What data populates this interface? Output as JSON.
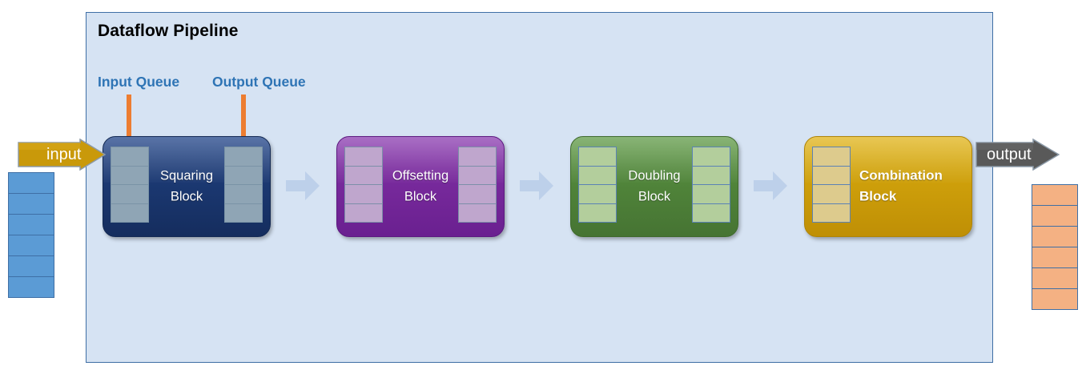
{
  "diagram": {
    "title": "Dataflow Pipeline",
    "background_color": "#d6e3f3",
    "border_color": "#3f6fa5"
  },
  "annotations": [
    {
      "label": "Input Queue",
      "color": "#2e74b5",
      "arrow_color": "#ed7d31",
      "points_to": "block-1-input-queue"
    },
    {
      "label": "Output Queue",
      "color": "#2e74b5",
      "arrow_color": "#ed7d31",
      "points_to": "block-1-output-queue"
    }
  ],
  "io": {
    "input": {
      "label": "input",
      "arrow_color": "#c9990a",
      "queue_cell_color": "#5b9bd5",
      "queue_cells": 6
    },
    "output": {
      "label": "output",
      "arrow_color": "#595959",
      "queue_cell_color": "#f4b183",
      "queue_cells": 6
    }
  },
  "blocks": [
    {
      "name": "Squaring Block",
      "line1": "Squaring",
      "line2": "Block",
      "color": "#1f3864",
      "queue_color": "#8fa5b5",
      "queues": [
        "input",
        "output"
      ],
      "queue_cells": 4,
      "bold": false
    },
    {
      "name": "Offsetting Block",
      "line1": "Offsetting",
      "line2": "Block",
      "color": "#7b2c9f",
      "queue_color": "#bfa6cd",
      "queues": [
        "input",
        "output"
      ],
      "queue_cells": 4,
      "bold": false
    },
    {
      "name": "Doubling Block",
      "line1": "Doubling",
      "line2": "Block",
      "color": "#538135",
      "queue_color": "#b3ce9c",
      "queues": [
        "input",
        "output"
      ],
      "queue_cells": 4,
      "bold": false
    },
    {
      "name": "Combination Block",
      "line1": "Combination",
      "line2": "Block",
      "color": "#c9990a",
      "queue_color": "#ddcb8d",
      "queues": [
        "input"
      ],
      "queue_cells": 4,
      "bold": true
    }
  ],
  "connectors": {
    "count": 3,
    "color": "#bdd0ea"
  }
}
